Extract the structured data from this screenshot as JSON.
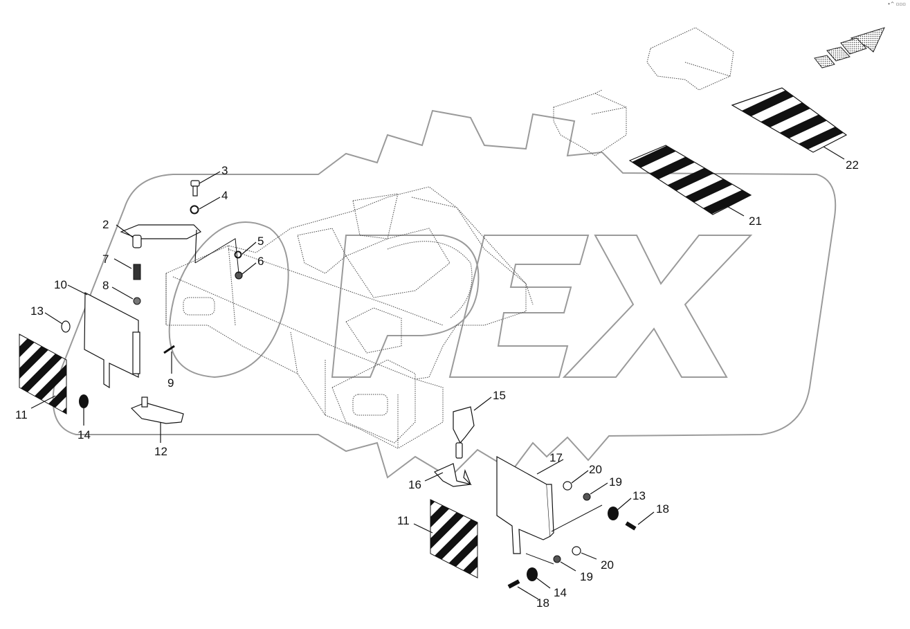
{
  "watermark": {
    "text": "OPEX"
  },
  "corner_mark": "•^ ▫▫▫",
  "callouts": {
    "c2": "2",
    "c3": "3",
    "c4": "4",
    "c5": "5",
    "c6": "6",
    "c7": "7",
    "c8": "8",
    "c9": "9",
    "c10": "10",
    "c11a": "11",
    "c11b": "11",
    "c12": "12",
    "c13a": "13",
    "c13b": "13",
    "c14a": "14",
    "c14b": "14",
    "c15": "15",
    "c16": "16",
    "c17": "17",
    "c18a": "18",
    "c18b": "18",
    "c19a": "19",
    "c19b": "19",
    "c20a": "20",
    "c20b": "20",
    "c21": "21",
    "c22": "22"
  },
  "colors": {
    "line": "#111111",
    "watermark": "#9a9a9a",
    "stripe": "#111111",
    "screen": "#bdbdbd"
  }
}
